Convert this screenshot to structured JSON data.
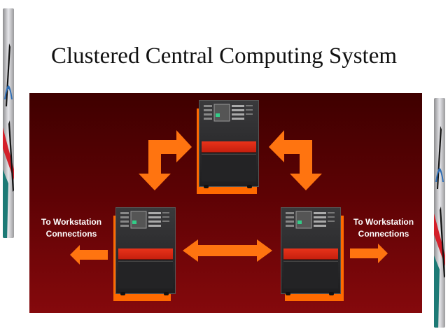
{
  "slide": {
    "title": "Clustered Central Computing System"
  },
  "diagram": {
    "background_color_top": "#3f0000",
    "background_color_bottom": "#85090c",
    "accent_color": "#ff6a00",
    "nodes": [
      {
        "id": "server-top",
        "label": "Server (top)"
      },
      {
        "id": "server-left",
        "label": "Server (bottom-left)"
      },
      {
        "id": "server-right",
        "label": "Server (bottom-right)"
      }
    ],
    "edges": [
      {
        "from": "server-top",
        "to": "server-left",
        "direction": "bidirectional"
      },
      {
        "from": "server-top",
        "to": "server-right",
        "direction": "bidirectional"
      },
      {
        "from": "server-left",
        "to": "server-right",
        "direction": "bidirectional"
      }
    ],
    "left_connection_label": "To Workstation Connections",
    "left_label_line1": "To Workstation",
    "left_label_line2": "Connections",
    "right_label_line1": "To Workstation",
    "right_label_line2": "Connections"
  }
}
